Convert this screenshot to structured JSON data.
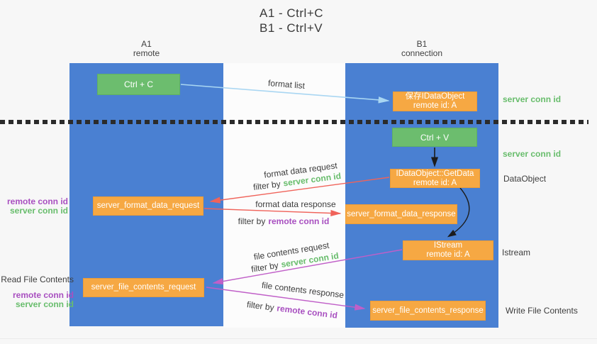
{
  "title": {
    "line1": "A1 - Ctrl+C",
    "line2": "B1 - Ctrl+V"
  },
  "lanes": {
    "left": {
      "title": "A1",
      "subtitle": "remote"
    },
    "right": {
      "title": "B1",
      "subtitle": "connection"
    }
  },
  "nodes": {
    "ctrl_c": {
      "label": "Ctrl + C"
    },
    "ctrl_v": {
      "label": "Ctrl + V"
    },
    "save_dataobject": {
      "line1": "保存IDataObject",
      "line2": "remote id: A"
    },
    "getdata": {
      "line1": "IDataObject::GetData",
      "line2": "remote id: A"
    },
    "istream": {
      "line1": "IStream",
      "line2": "remote id: A"
    },
    "format_request": {
      "label": "server_format_data_request"
    },
    "format_response": {
      "label": "server_format_data_response"
    },
    "file_request": {
      "label": "server_file_contents_request"
    },
    "file_response": {
      "label": "server_file_contents_response"
    }
  },
  "flow_labels": {
    "format_list": "format list",
    "format_data_request": "format data request",
    "format_data_response": "format data response",
    "file_contents_request": "file contents request",
    "file_contents_response": "file contents response",
    "filter_by": "filter by",
    "server_conn_id": "server conn id",
    "remote_conn_id": "remote conn id"
  },
  "side_labels": {
    "server_conn_id_top": "server conn id",
    "server_conn_id_mid": "server conn id",
    "dataobject": "DataObject",
    "istream": "Istream",
    "write_file_contents": "Write File Contents",
    "read_file_contents": "Read File Contents",
    "remote_conn_id": "remote conn id",
    "server_conn_id": "server conn id"
  },
  "colors": {
    "lane_blue": "#4a80d2",
    "node_green": "#6cbd6e",
    "node_orange": "#f6a843",
    "arrow_light_blue": "#a9d6f2",
    "arrow_red": "#f0635a",
    "arrow_magenta": "#c05fc8",
    "arrow_black": "#1c1c1c",
    "text_green": "#68bd6c",
    "text_purple": "#a84fc0",
    "text_dark": "#3d3d3d"
  }
}
